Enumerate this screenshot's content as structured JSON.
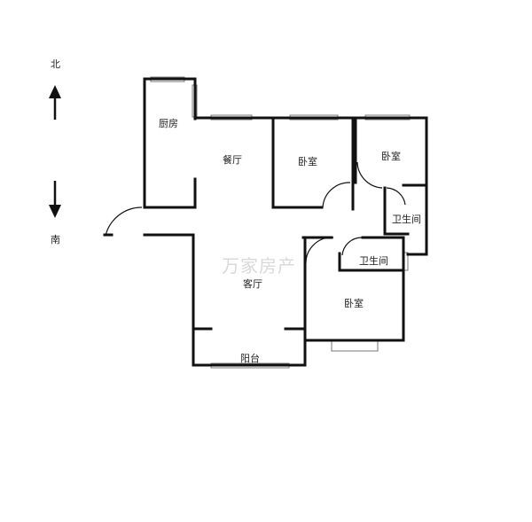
{
  "compass": {
    "north": "北",
    "south": "南"
  },
  "rooms": {
    "kitchen": "厨房",
    "dining": "餐厅",
    "bedroom_1": "卧室",
    "bedroom_2": "卧室",
    "bathroom_1": "卫生间",
    "bathroom_2": "卫生间",
    "living": "客厅",
    "bedroom_3": "卧室",
    "balcony": "阳台"
  },
  "watermark": "万家房产",
  "colors": {
    "wall": "#111111",
    "window": "#777777"
  }
}
